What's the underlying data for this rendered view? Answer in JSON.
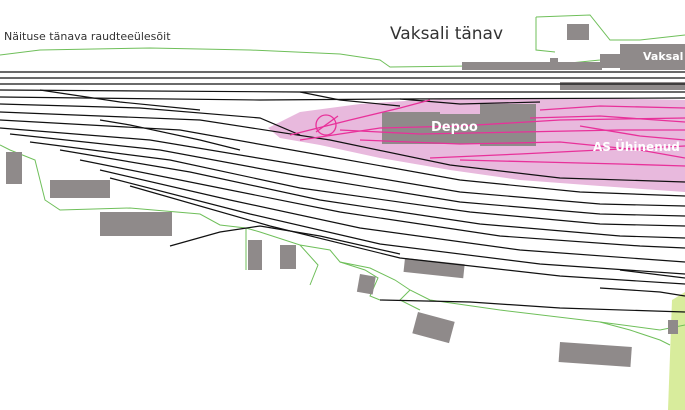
{
  "labels": {
    "street_naituse": "Näituse tänava raudteeülesõit",
    "street_vaksali": "Vaksali tänav",
    "building_depoo": "Depoo",
    "building_vaksal": "Vaksal",
    "area_ahinenud": "AS Ühinenud"
  },
  "colors": {
    "track": "#111111",
    "siding": "#e8319a",
    "area_fill": "#e8b9dd",
    "building": "#8f8a8a",
    "boundary": "#6fbf5a",
    "green_area": "#d8ec9c",
    "background": "#ffffff"
  }
}
